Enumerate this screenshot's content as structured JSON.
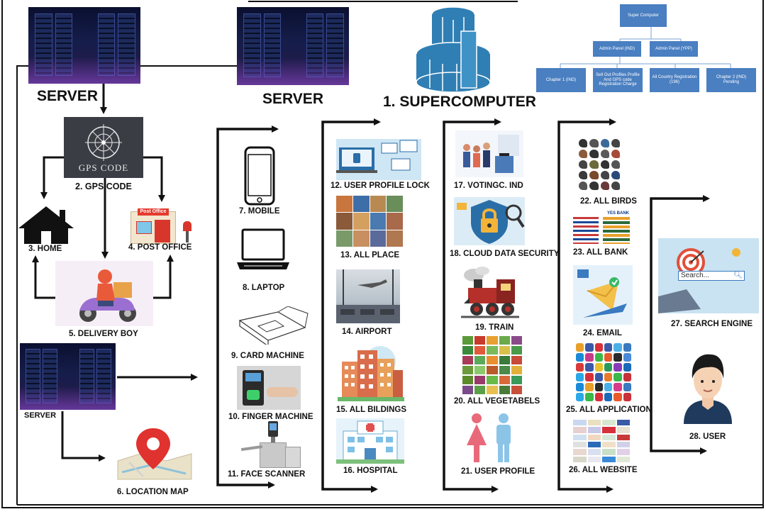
{
  "supercomputer": {
    "title": "1. SUPERCOMPUTER"
  },
  "servers": {
    "left_label": "SERVER",
    "middle_label": "SERVER",
    "bottom_label": "SERVER"
  },
  "org_chart": {
    "root": "Super Computer",
    "admins": [
      "Admin Panel (IND)",
      "Admin Panel (YPP)"
    ],
    "children": [
      "Chapter 1 (IND)",
      "Sell Out Profiles Profile And GPS code Registration Charge",
      "All Country Registration (196)",
      "Chapter 2 (IND) Pending"
    ]
  },
  "gps": {
    "logo_text": "GPS CODE",
    "label": "2. GPS  CODE"
  },
  "nodes": {
    "home": "3. HOME",
    "post_office": "4. POST OFFICE",
    "post_office_sign": "Post Office",
    "delivery_boy": "5. DELIVERY BOY",
    "location_map": "6. LOCATION MAP"
  },
  "devices": [
    "7. MOBILE",
    "8. LAPTOP",
    "9. CARD MACHINE",
    "10. FINGER MACHINE",
    "11. FACE SCANNER"
  ],
  "column2": [
    "12. USER PROFILE LOCK",
    "13. ALL PLACE",
    "14. AIRPORT",
    "15. ALL BILDINGS",
    "16. HOSPITAL"
  ],
  "column3": [
    "17. VOTINGC. IND",
    "18. CLOUD DATA SECURITY",
    "19. TRAIN",
    "20. ALL VEGETABELS",
    "21. USER PROFILE"
  ],
  "column4": [
    "22. ALL BIRDS",
    "23. ALL BANK",
    "24. EMAIL",
    "25. ALL APPLICATION",
    "26. ALL WEBSITE"
  ],
  "column5": [
    "27. SEARCH ENGINE",
    "28. USER"
  ],
  "search_engine": {
    "field_text": "Search..."
  },
  "bank_logo_text": "YES BANK",
  "colors": {
    "line": "#111111",
    "accent_blue": "#4a7fc1",
    "supercomputer_blue": "#2f7fb4",
    "pin_red": "#e0322f"
  }
}
